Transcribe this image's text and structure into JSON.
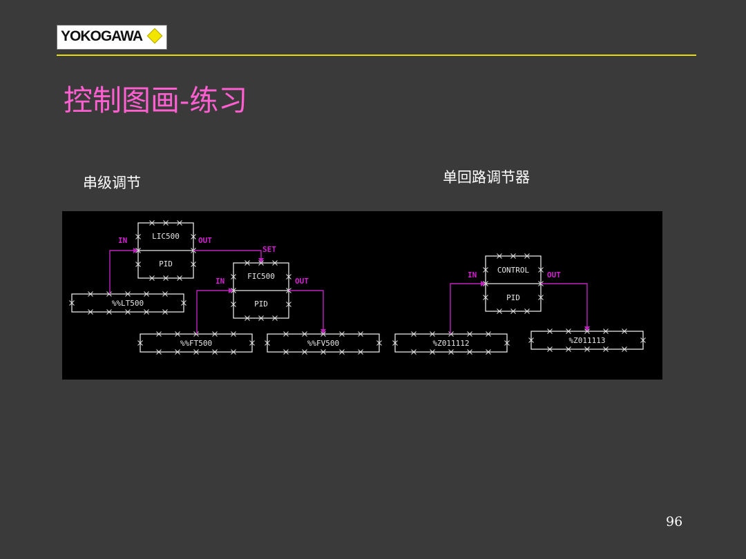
{
  "logo": {
    "brand_text": "YOKOGAWA"
  },
  "slide": {
    "title": "控制图画-练习",
    "left_heading": "串级调节",
    "right_heading": "单回路调节器",
    "page_number": "96"
  },
  "diagram": {
    "blocks": {
      "lic500": {
        "tag": "LIC500",
        "type": "PID",
        "in": "IN",
        "out": "OUT"
      },
      "fic500": {
        "tag": "FIC500",
        "type": "PID",
        "in": "IN",
        "set": "SET",
        "out": "OUT"
      },
      "control": {
        "tag": "CONTROL",
        "type": "PID",
        "in": "IN",
        "out": "OUT"
      }
    },
    "io_blocks": {
      "lt500": "%%LT500",
      "ft500": "%%FT500",
      "fv500": "%%FV500",
      "z011112": "%Z011112",
      "z011113": "%Z011113"
    }
  },
  "colors": {
    "background": "#3a3a3a",
    "title": "#ff5fd0",
    "rule": "#e8e000",
    "diagram_background": "#000000",
    "connection": "#c020c0"
  }
}
